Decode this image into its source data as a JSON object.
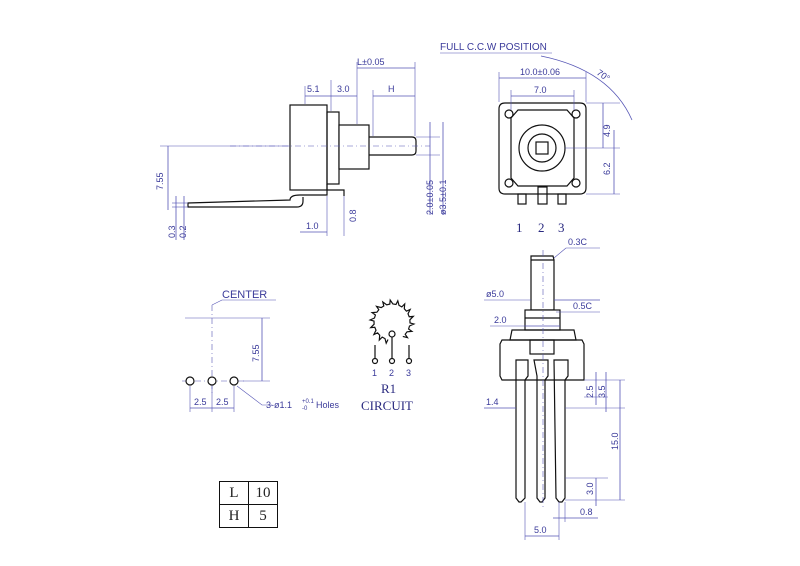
{
  "side_view": {
    "dim_L": "L±0.05",
    "dim_5_1": "5.1",
    "dim_3_0": "3.0",
    "dim_H": "H",
    "dim_7_55": "7.55",
    "dim_0_3": "0.3",
    "dim_0_2": "0.2",
    "dim_1_0": "1.0",
    "dim_0_8": "0.8",
    "dim_2_0": "2.0±0.05",
    "dim_shaft": "ø3.5±0.1"
  },
  "front_view": {
    "title": "FULL C.C.W POSITION",
    "dim_10": "10.0±0.06",
    "dim_7": "7.0",
    "dim_70": "70°",
    "dim_4_9": "4.9",
    "dim_6_2": "6.2",
    "pin_1": "1",
    "pin_2": "2",
    "pin_3": "3"
  },
  "pcb_layout": {
    "label_center": "CENTER",
    "dim_7_55": "7.55",
    "dim_2_5a": "2.5",
    "dim_2_5b": "2.5",
    "holes_label": "3-ø1.1",
    "holes_tol_up": "+0.1",
    "holes_tol_dn": "-0",
    "holes_suffix": "Holes"
  },
  "circuit": {
    "ref": "R1",
    "label": "CIRCUIT",
    "pin_1": "1",
    "pin_2": "2",
    "pin_3": "3"
  },
  "bottom_view": {
    "dim_0_3c": "0.3C",
    "dim_5_0": "ø5.0",
    "dim_0_5c": "0.5C",
    "dim_2_0": "2.0",
    "dim_2_5": "2.5",
    "dim_3_5": "3.5",
    "dim_1_4": "1.4",
    "dim_15": "15.0",
    "dim_3_0": "3.0",
    "dim_0_8": "0.8",
    "dim_5_0b": "5.0"
  },
  "table": {
    "rows": [
      {
        "key": "L",
        "value": "10"
      },
      {
        "key": "H",
        "value": "5"
      }
    ]
  }
}
